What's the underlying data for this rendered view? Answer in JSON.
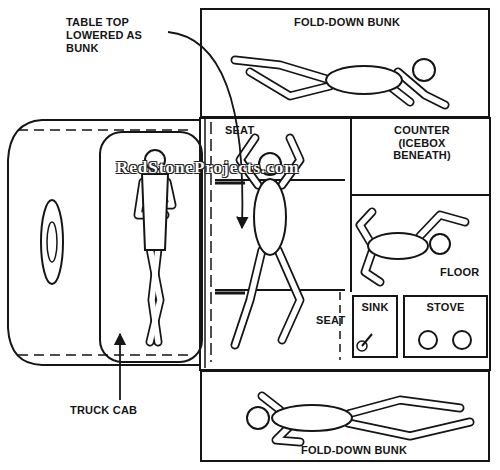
{
  "diagram": {
    "nodes": [
      {
        "text": [
          "FOLD-DOWN BUNK"
        ]
      },
      {
        "text": [
          "SEAT"
        ]
      },
      {
        "text": [
          "COUNTER (ICEBOX BENEATH)"
        ]
      },
      {
        "text": [
          "FLOOR"
        ]
      },
      {
        "text": [
          "SINK"
        ]
      },
      {
        "text": [
          "STOVE"
        ]
      },
      {
        "text": [
          "SEAT"
        ]
      },
      {
        "text": [
          "FOLD-DOWN BUNK"
        ]
      }
    ],
    "labels": [
      "TABLE TOP LOWERED AS BUNK",
      "TRUCK CAB",
      "RedStoneProjects.com"
    ]
  }
}
